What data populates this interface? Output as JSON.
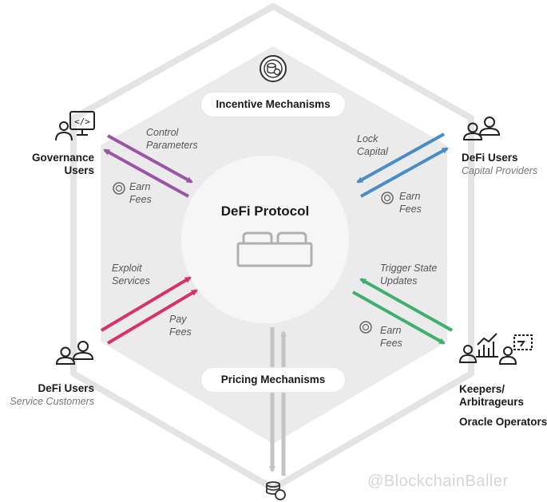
{
  "center": {
    "title": "DeFi Protocol"
  },
  "mechanisms": {
    "top": "Incentive Mechanisms",
    "bottom": "Pricing Mechanisms"
  },
  "actors": {
    "governance": {
      "line1": "Governance",
      "line2": "Users"
    },
    "capital": {
      "title": "DeFi Users",
      "subtitle": "Capital Providers"
    },
    "customers": {
      "title": "DeFi Users",
      "subtitle": "Service Customers"
    },
    "keepers": {
      "line1": "Keepers/",
      "line2": "Arbitrageurs",
      "line3": "Oracle Operators"
    }
  },
  "flows": {
    "control_1": "Control",
    "control_2": "Parameters",
    "gov_earn_1": "Earn",
    "gov_earn_2": "Fees",
    "lock_1": "Lock",
    "lock_2": "Capital",
    "cap_earn_1": "Earn",
    "cap_earn_2": "Fees",
    "exploit_1": "Exploit",
    "exploit_2": "Services",
    "pay_1": "Pay",
    "pay_2": "Fees",
    "trigger_1": "Trigger State",
    "trigger_2": "Updates",
    "keep_earn_1": "Earn",
    "keep_earn_2": "Fees"
  },
  "colors": {
    "governance": "#9b55a6",
    "capital": "#4a8cc4",
    "customers": "#d6336c",
    "keepers": "#3fae6e",
    "pricing": "#c4c4c4"
  },
  "watermark": "@BlockchainBaller"
}
